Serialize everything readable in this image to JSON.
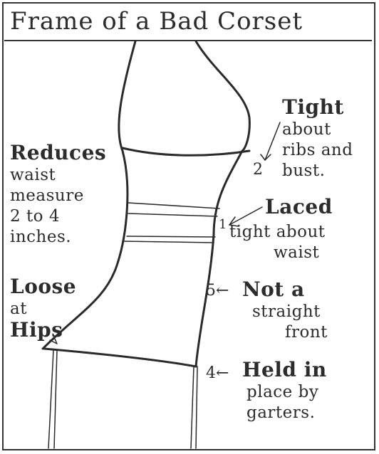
{
  "title": "Frame of a Bad Corset",
  "left_notes": {
    "reduces": [
      "Reduces",
      "waist",
      "measure",
      "2 to 4",
      "inches."
    ],
    "loose": [
      "Loose",
      "at",
      "Hips"
    ]
  },
  "right_notes": {
    "tight": {
      "number": "2",
      "lines": [
        "Tight",
        "about",
        "ribs and",
        "bust."
      ]
    },
    "laced": {
      "number": "1",
      "lines": [
        "Laced",
        "tight about",
        "waist"
      ]
    },
    "straight": {
      "number": "5",
      "arrow": "←",
      "lines": [
        "Not a",
        "straight",
        "front"
      ]
    },
    "held": {
      "number": "4",
      "arrow": "←",
      "lines": [
        "Held in",
        "place by",
        "garters."
      ]
    }
  }
}
